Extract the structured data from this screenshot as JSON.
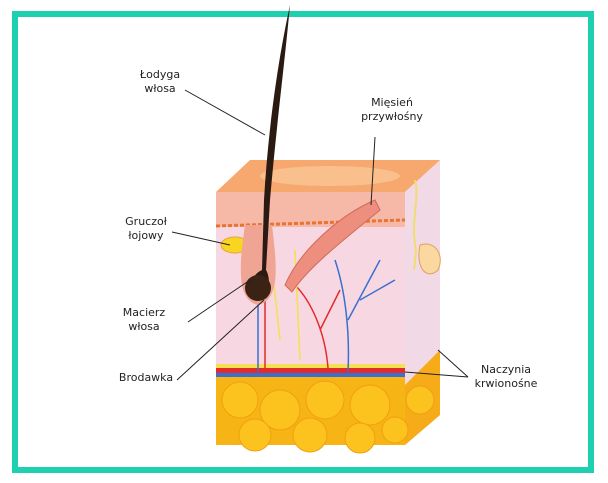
{
  "labels": {
    "hair_shaft": [
      "Łodyga",
      "włosa"
    ],
    "arrector_muscle": [
      "Mięsień",
      "przywłośny"
    ],
    "sebaceous_gland": [
      "Gruczoł",
      "łojowy"
    ],
    "hair_matrix": [
      "Macierz",
      "włosa"
    ],
    "papilla": [
      "Brodawka"
    ],
    "blood_vessels": [
      "Naczynia",
      "krwionośne"
    ]
  },
  "colors": {
    "border": "#1ecfb0",
    "epidermis": "#f4a77a",
    "dermis": "#f7d6e0",
    "fat": "#f7b515",
    "hair": "#2b1a12"
  }
}
